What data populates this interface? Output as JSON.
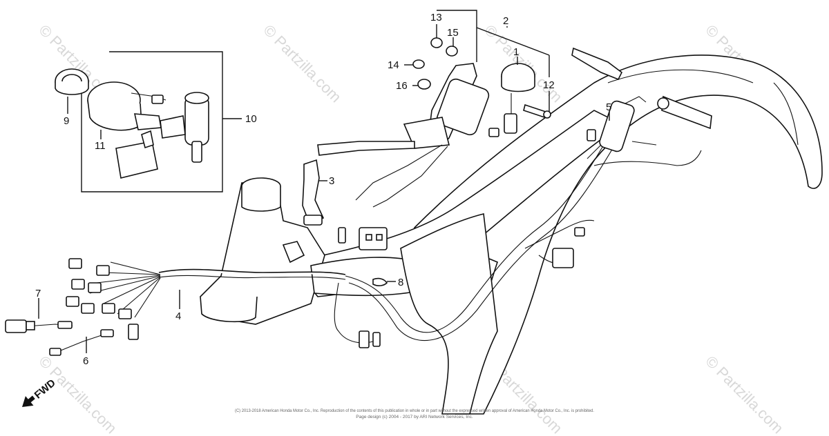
{
  "callouts": {
    "c1": "1",
    "c2": "2",
    "c3": "3",
    "c4": "4",
    "c5": "5",
    "c6": "6",
    "c7": "7",
    "c8": "8",
    "c9": "9",
    "c10": "10",
    "c11": "11",
    "c12": "12",
    "c13": "13",
    "c14": "14",
    "c15": "15",
    "c16": "16"
  },
  "direction_label": "FWD",
  "watermark": "© Partzilla.com",
  "copyright": {
    "line1": "(C) 2013-2018 American Honda Motor Co., Inc. Reproduction of the contents of this publication in whole or in part without the expressed written approval of American Honda Motor Co., Inc. is prohibited.",
    "line2": "Page design (c) 2004 - 2017 by ARI Network Services, Inc."
  }
}
